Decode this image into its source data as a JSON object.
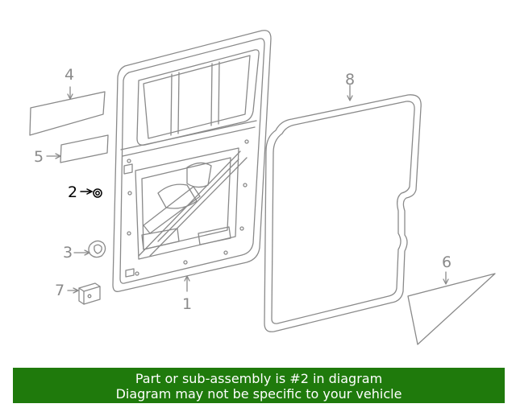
{
  "callouts": {
    "c1": "1",
    "c2": "2",
    "c3": "3",
    "c4": "4",
    "c5": "5",
    "c6": "6",
    "c7": "7",
    "c8": "8"
  },
  "highlighted_part": "2",
  "banner": {
    "line1": "Part or sub-assembly is #2 in diagram",
    "line2": "Diagram may not be specific to your vehicle"
  },
  "colors": {
    "line_art": "#8a8a8a",
    "highlight": "#000000",
    "banner_bg": "#1f7a0c",
    "banner_text": "#ffffff"
  }
}
